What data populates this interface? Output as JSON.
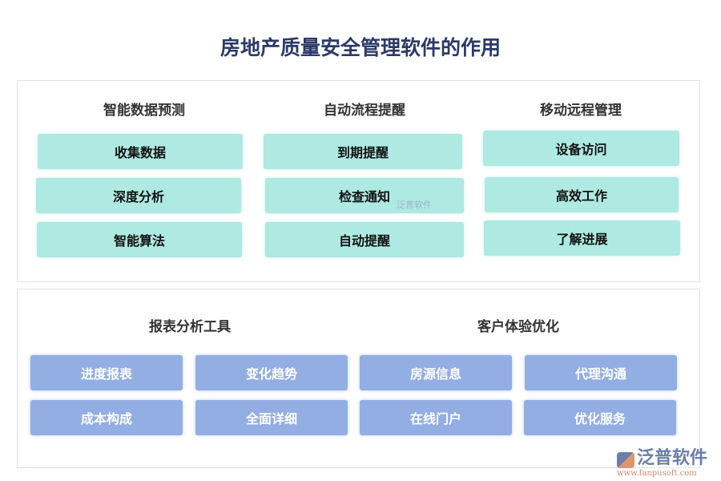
{
  "title": "房地产质量安全管理软件的作用",
  "top_groups": [
    {
      "heading": "智能数据预测",
      "items": [
        "收集数据",
        "深度分析",
        "智能算法"
      ]
    },
    {
      "heading": "自动流程提醒",
      "items": [
        "到期提醒",
        "检查通知",
        "自动提醒"
      ]
    },
    {
      "heading": "移动远程管理",
      "items": [
        "设备访问",
        "高效工作",
        "了解进展"
      ]
    }
  ],
  "bottom_groups": [
    {
      "heading": "报表分析工具",
      "items": [
        "进度报表",
        "变化趋势",
        "成本构成",
        "全面详细"
      ]
    },
    {
      "heading": "客户体验优化",
      "items": [
        "房源信息",
        "代理沟通",
        "在线门户",
        "优化服务"
      ]
    }
  ],
  "watermark": "泛普软件",
  "logo": {
    "name": "泛普软件",
    "url": "www.fanpusoft.com"
  },
  "colors": {
    "teal": "#aee9e2",
    "blue": "#93aee3",
    "title": "#2b3a67"
  }
}
